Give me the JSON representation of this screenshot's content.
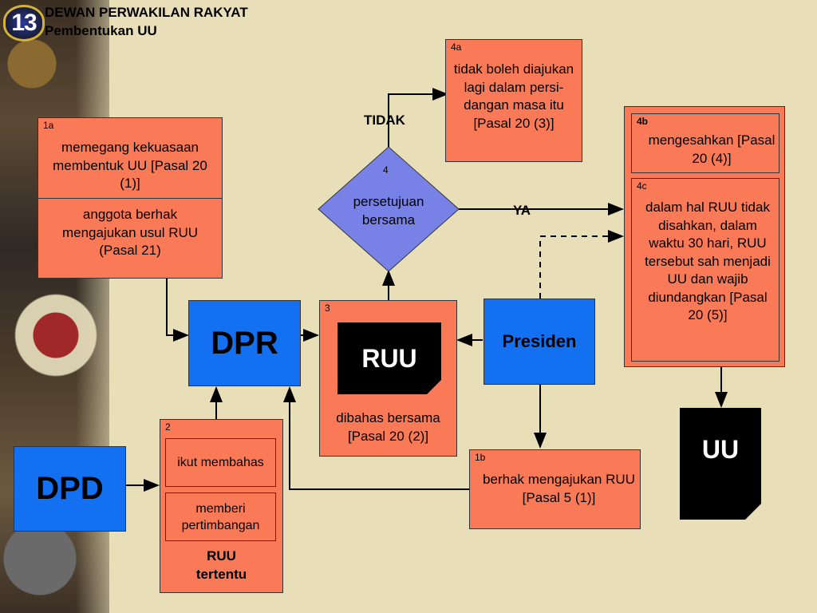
{
  "header": {
    "badge": "13",
    "line1": "DEWAN PERWAKILAN RAKYAT",
    "line2": "Pembentukan UU"
  },
  "box1a": {
    "num": "1a",
    "top_text": "memegang kekuasaan membentuk UU [Pasal 20 (1)]",
    "bottom_text": "anggota berhak mengajukan usul RUU (Pasal 21)"
  },
  "dpr": "DPR",
  "dpd": "DPD",
  "presiden": "Presiden",
  "box3": {
    "num": "3",
    "ruu": "RUU",
    "text": "dibahas bersama [Pasal 20 (2)]"
  },
  "diamond": {
    "num": "4",
    "text": "persetujuan bersama"
  },
  "labels": {
    "tidak": "TIDAK",
    "ya": "YA"
  },
  "box4a": {
    "num": "4a",
    "text": "tidak boleh diajukan lagi dalam persi-dangan masa itu [Pasal 20 (3)]"
  },
  "box4b": {
    "num": "4b",
    "text": "mengesahkan [Pasal 20 (4)]"
  },
  "box4c": {
    "num": "4c",
    "text": "dalam hal RUU tidak disahkan, dalam waktu 30 hari, RUU tersebut sah menjadi UU dan wajib diundangkan [Pasal 20 (5)]"
  },
  "box2": {
    "num": "2",
    "item1": "ikut membahas",
    "item2": "memberi pertimbangan",
    "footer": "RUU tertentu"
  },
  "box1b": {
    "num": "1b",
    "text": "berhak mengajukan RUU [Pasal 5 (1)]"
  },
  "uu": "UU"
}
